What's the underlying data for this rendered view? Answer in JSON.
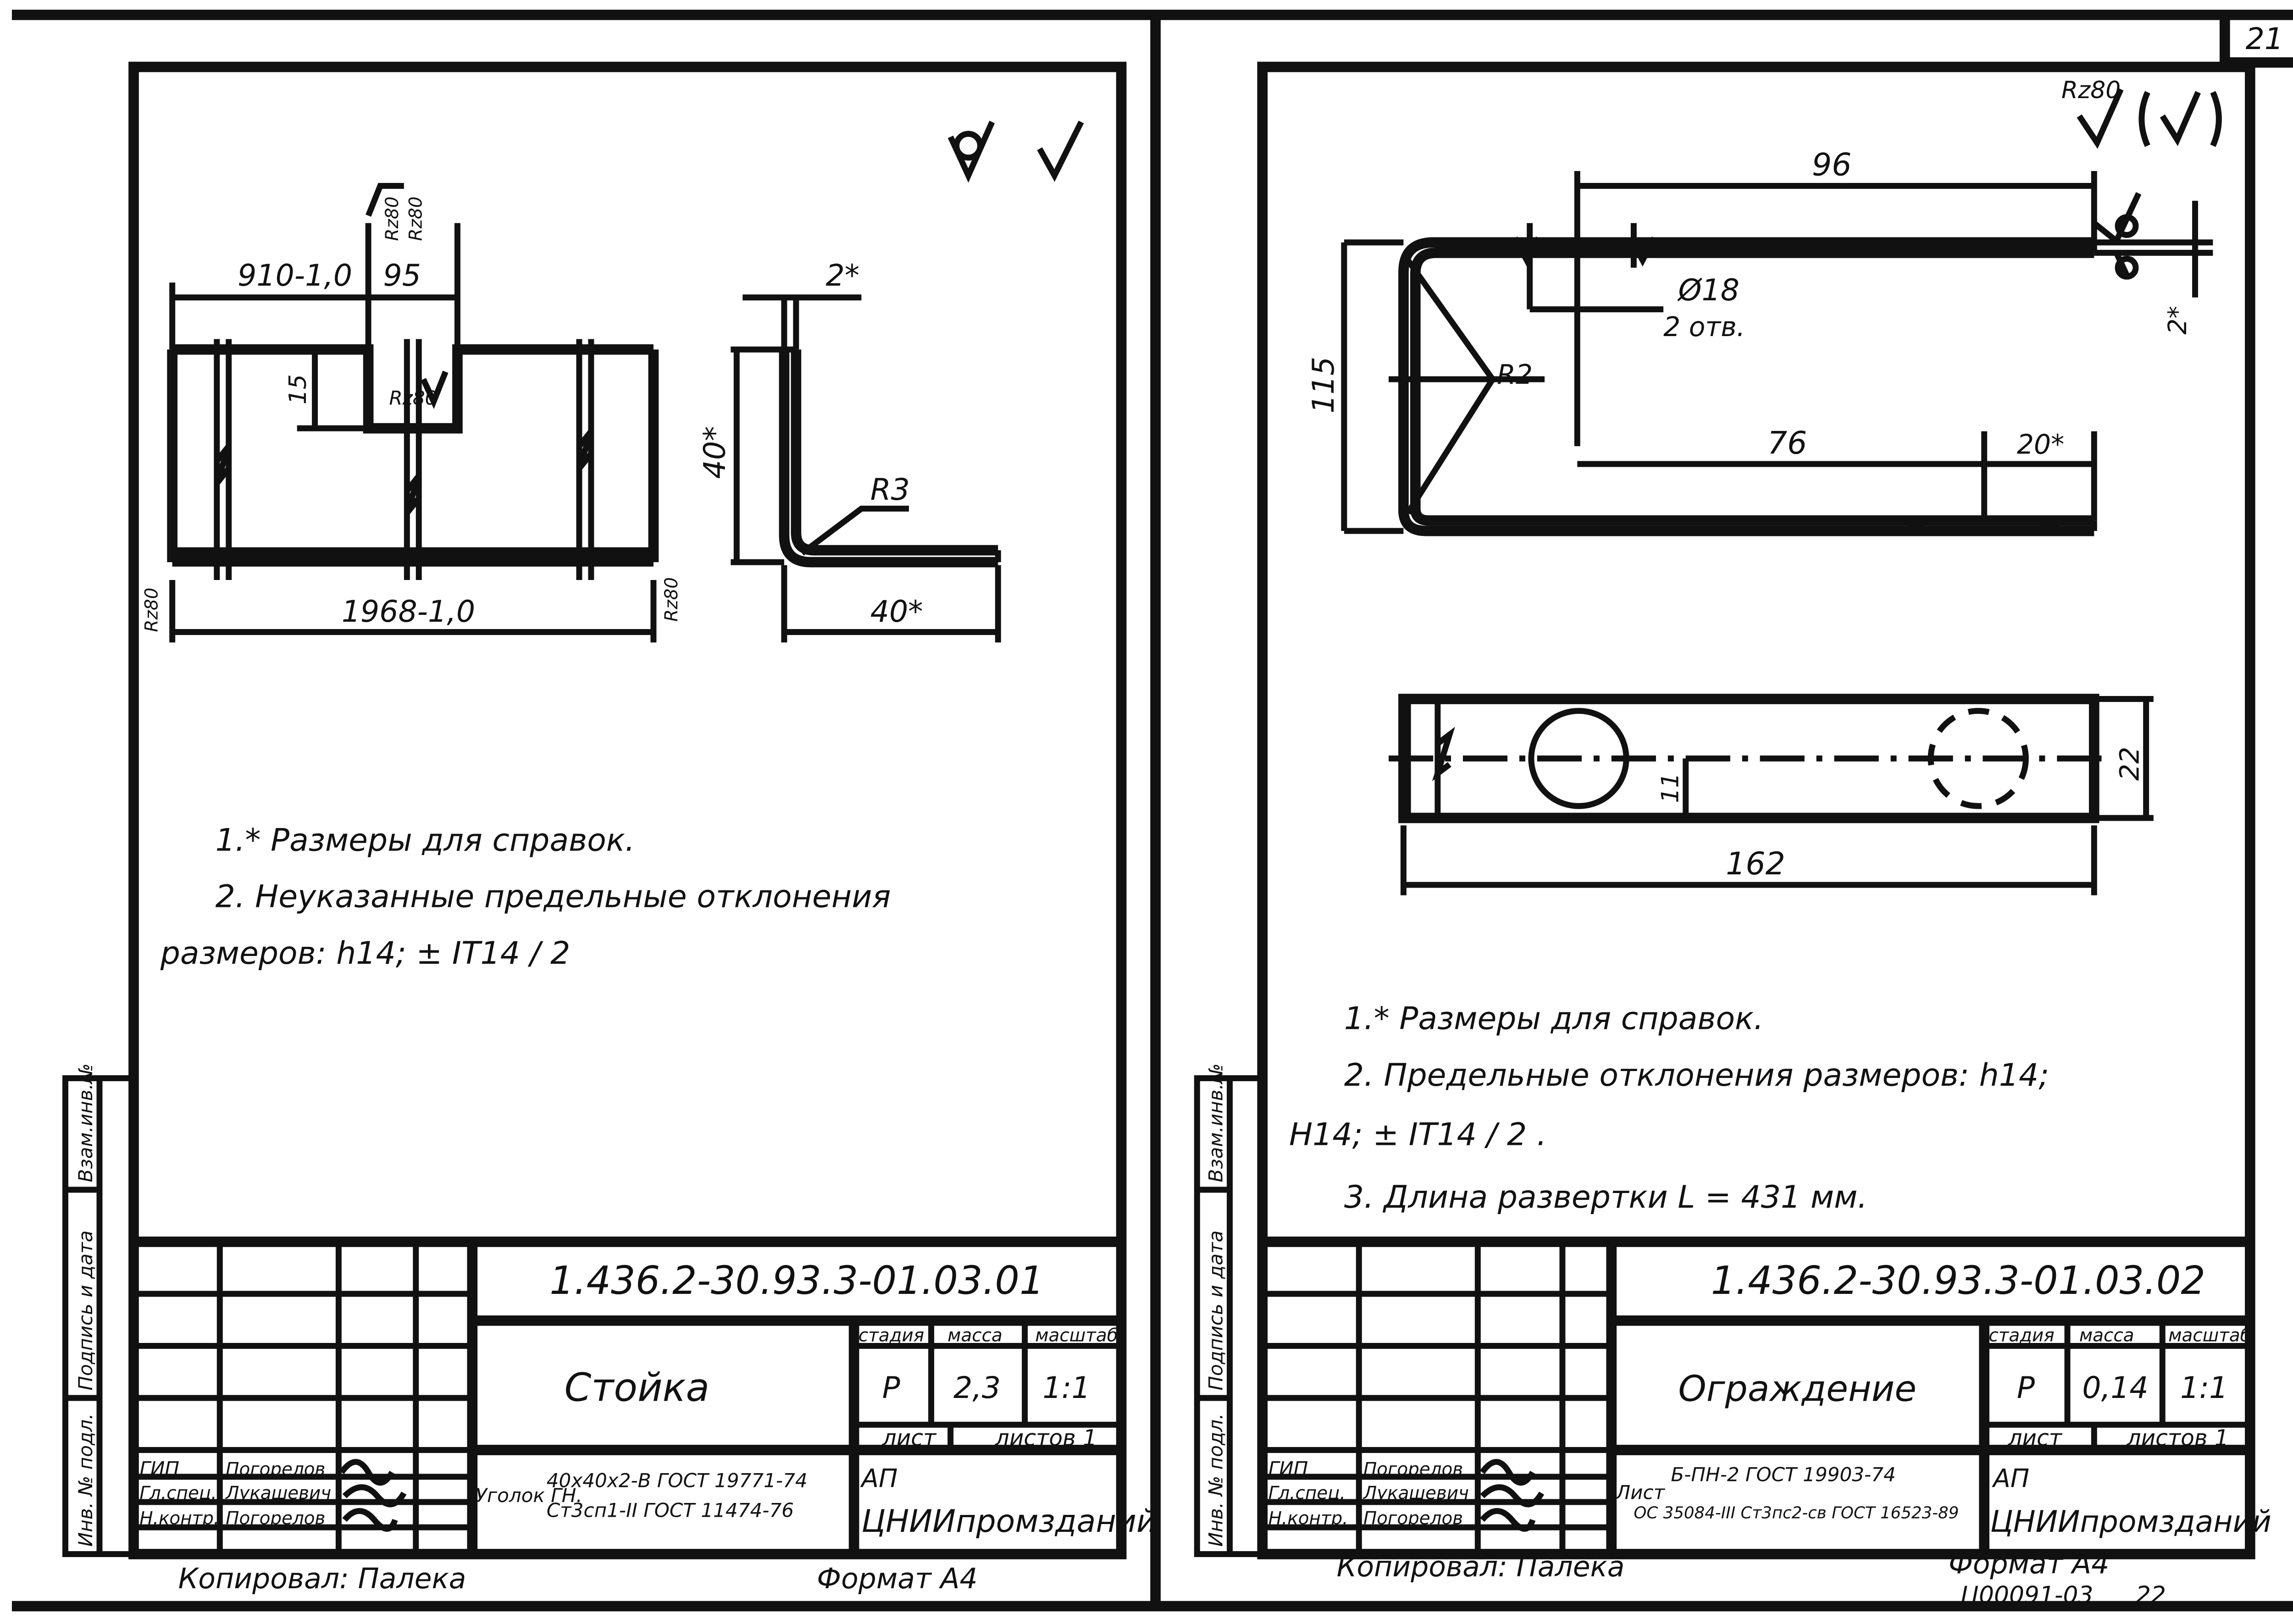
{
  "page_number_top": "21",
  "footer": {
    "bottom_code": "Ц00091-03",
    "bottom_page": "22"
  },
  "sheets": [
    {
      "drawing_code": "1.436.2-30.93.3-01.03.01",
      "title": "Стойка",
      "columns": {
        "stage": "стадия",
        "mass": "масса",
        "scale": "масштаб"
      },
      "stage": "Р",
      "mass": "2,3",
      "scale": "1:1",
      "sheet_label": "лист",
      "sheets_total": "листов 1",
      "org_line1": "АП",
      "org_line2": "ЦНИИпромзданий",
      "material_prefix": "Уголок ГН.",
      "material_line1": "40х40х2-В ГОСТ 19771-74",
      "material_line2": "Ст3сп1-II ГОСТ 11474-76",
      "signatures": [
        {
          "role": "ГИП",
          "name": "Погорелов"
        },
        {
          "role": "Гл.спец.",
          "name": "Лукашевич"
        },
        {
          "role": "Н.контр.",
          "name": "Погорелов"
        }
      ],
      "side_labels": [
        "Инв. № подл.",
        "Подпись и дата",
        "Взам.инв.№"
      ],
      "notes": [
        "1.* Размеры для справок.",
        "2. Неуказанные предельные отклонения",
        "размеров: h14; ± IT14 / 2"
      ],
      "dims": {
        "d1": "910-1,0",
        "d2": "95",
        "d3": "15",
        "d4": "1968-1,0",
        "d5": "2*",
        "d6": "40*",
        "d7": "40*",
        "r": "R3",
        "rz1": "Rz80",
        "rz2": "Rz80",
        "rz3": "Rz80",
        "rz4": "Rz80",
        "rz5": "Rz80"
      },
      "copied_by": "Копировал: Палека",
      "format": "Формат А4"
    },
    {
      "drawing_code": "1.436.2-30.93.3-01.03.02",
      "title": "Ограждение",
      "columns": {
        "stage": "стадия",
        "mass": "масса",
        "scale": "масштаб"
      },
      "stage": "Р",
      "mass": "0,14",
      "scale": "1:1",
      "sheet_label": "лист",
      "sheets_total": "листов 1",
      "org_line1": "АП",
      "org_line2": "ЦНИИпромзданий",
      "material_prefix": "Лист",
      "material_line1": "Б-ПН-2 ГОСТ 19903-74",
      "material_line2": "ОС 35084-III Ст3пс2-св ГОСТ 16523-89",
      "signatures": [
        {
          "role": "ГИП",
          "name": "Погорелов"
        },
        {
          "role": "Гл.спец.",
          "name": "Лукашевич"
        },
        {
          "role": "Н.контр.",
          "name": "Погорелов"
        }
      ],
      "side_labels": [
        "Инв. № подл.",
        "Подпись и дата",
        "Взам.инв.№"
      ],
      "notes": [
        "1.* Размеры для справок.",
        "2. Предельные отклонения размеров: h14;",
        "H14; ± IT14 / 2 .",
        "3. Длина развертки L = 431 мм."
      ],
      "dims": {
        "d96": "96",
        "d115": "115",
        "d76": "76",
        "d20": "20*",
        "d2": "2*",
        "hole": "Ø18",
        "hole_count": "2 отв.",
        "r": "R2",
        "d162": "162",
        "d22": "22",
        "d11": "11",
        "rz": "Rz80"
      },
      "copied_by": "Копировал: Палека",
      "format": "Формат А4"
    }
  ]
}
